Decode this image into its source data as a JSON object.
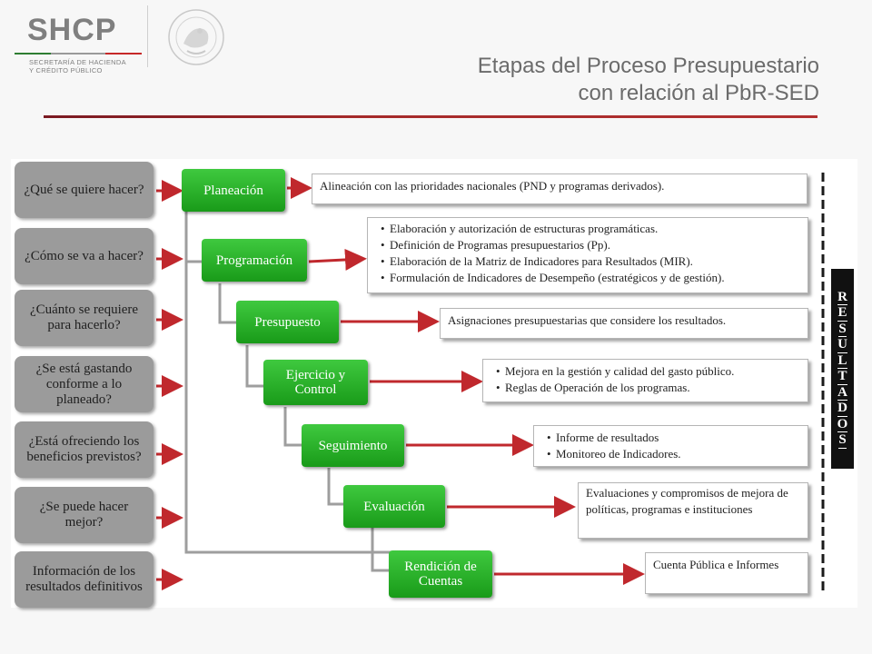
{
  "header": {
    "logo_text": "SHCP",
    "logo_sub_line1": "SECRETARÍA DE HACIENDA",
    "logo_sub_line2": "Y CRÉDITO PÚBLICO",
    "title_line1": "Etapas del Proceso Presupuestario",
    "title_line2": "con relación al PbR-SED"
  },
  "questions": [
    "¿Qué se quiere hacer?",
    "¿Cómo se va a hacer?",
    "¿Cuánto se requiere para hacerlo?",
    "¿Se está gastando conforme a lo planeado?",
    "¿Está ofreciendo los beneficios previstos?",
    "¿Se puede hacer mejor?",
    "Información de los resultados definitivos"
  ],
  "stages": [
    "Planeación",
    "Programación",
    "Presupuesto",
    "Ejercicio y Control",
    "Seguimiento",
    "Evaluación",
    "Rendición de Cuentas"
  ],
  "descriptions": {
    "planeacion": "Alineación con las prioridades nacionales (PND y programas derivados).",
    "programacion": [
      "Elaboración y autorización de estructuras programáticas.",
      "Definición de Programas presupuestarios (Pp).",
      "Elaboración de la Matriz de Indicadores para Resultados (MIR).",
      "Formulación de Indicadores de Desempeño (estratégicos y de gestión)."
    ],
    "presupuesto": "Asignaciones presupuestarias que considere los resultados.",
    "ejercicio": [
      "Mejora en la gestión y calidad del gasto público.",
      "Reglas de Operación de los programas."
    ],
    "seguimiento": [
      "Informe de resultados",
      "Monitoreo de Indicadores."
    ],
    "evaluacion": "Evaluaciones y compromisos de mejora de políticas, programas e instituciones",
    "rendicion": "Cuenta Pública e Informes"
  },
  "resultados_letters": [
    "R",
    "E",
    "S",
    "U",
    "L",
    "T",
    "A",
    "D",
    "O",
    "S"
  ],
  "colors": {
    "stage_green": "#22a822",
    "arrow_red": "#c0282d",
    "question_gray": "#9b9b9b",
    "connector_gray": "#9e9e9e"
  }
}
